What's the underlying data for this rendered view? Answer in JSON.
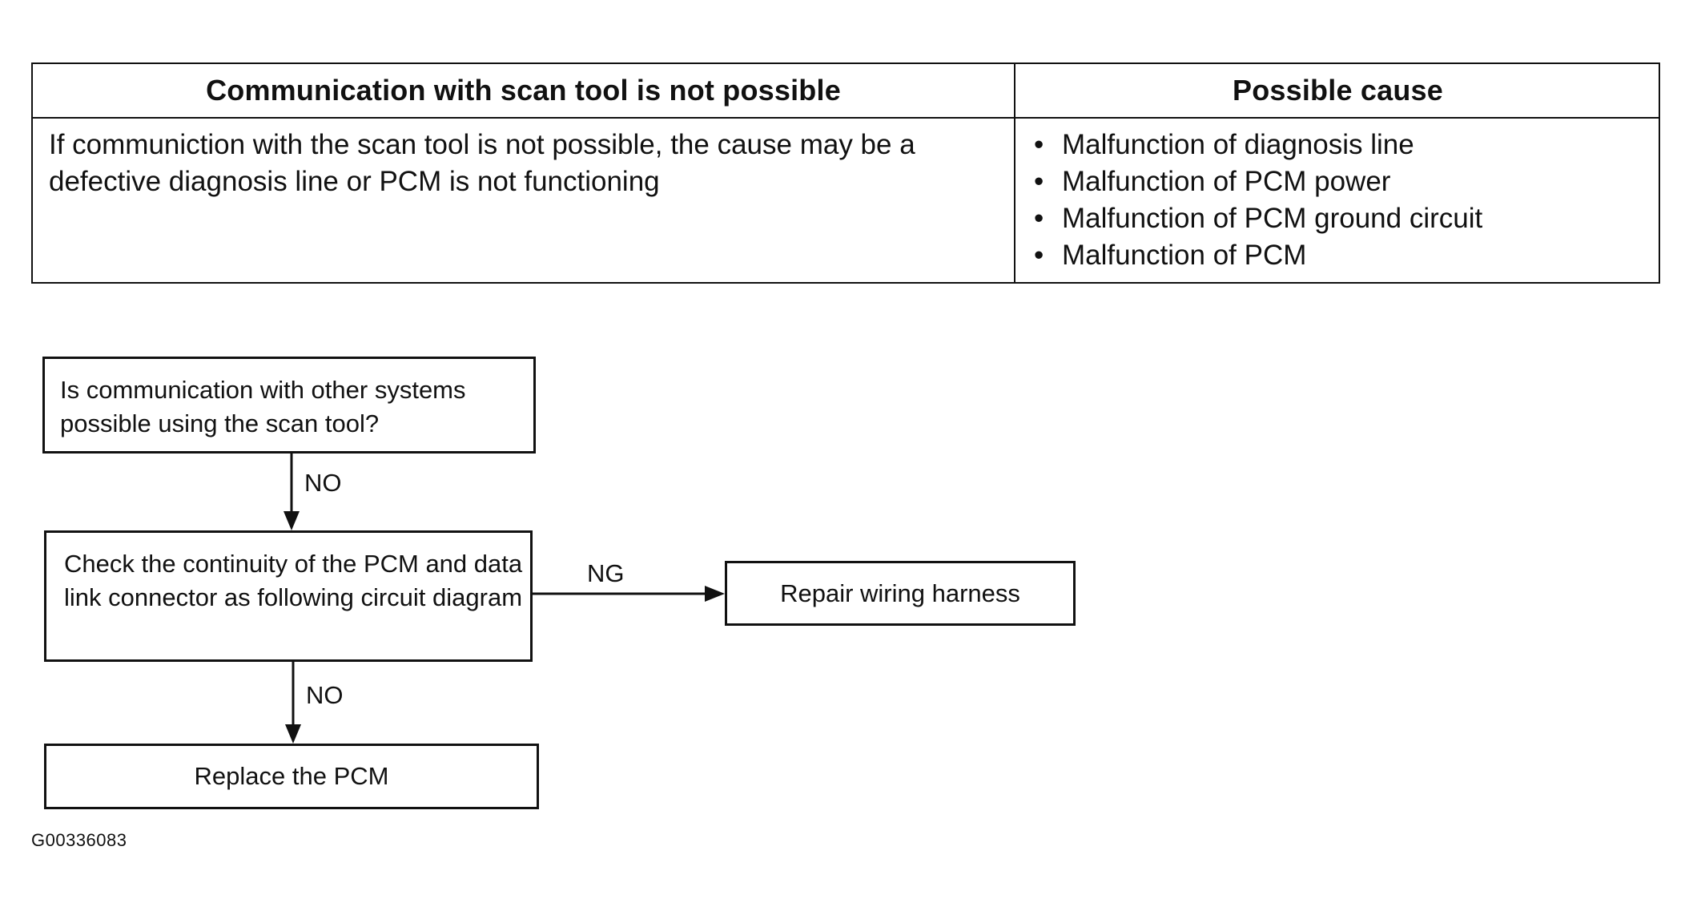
{
  "table": {
    "header_left": "Communication with scan tool is not possible",
    "header_right": "Possible cause",
    "description": "If communiction with the scan tool is not possible, the cause may be a defective diagnosis line or PCM is not functioning",
    "bullet_glyph": "•",
    "causes": [
      "Malfunction of diagnosis line",
      "Malfunction of PCM power",
      "Malfunction of PCM ground circuit",
      "Malfunction of PCM"
    ]
  },
  "flowchart": {
    "question": "Is communication with other systems possible using the scan tool?",
    "check": "Check the continuity of the PCM and data link connector as following circuit diagram",
    "repair": "Repair wiring harness",
    "replace": "Replace the PCM",
    "label_no_1": "NO",
    "label_no_2": "NO",
    "label_ng": "NG"
  },
  "figure_id": "G00336083"
}
